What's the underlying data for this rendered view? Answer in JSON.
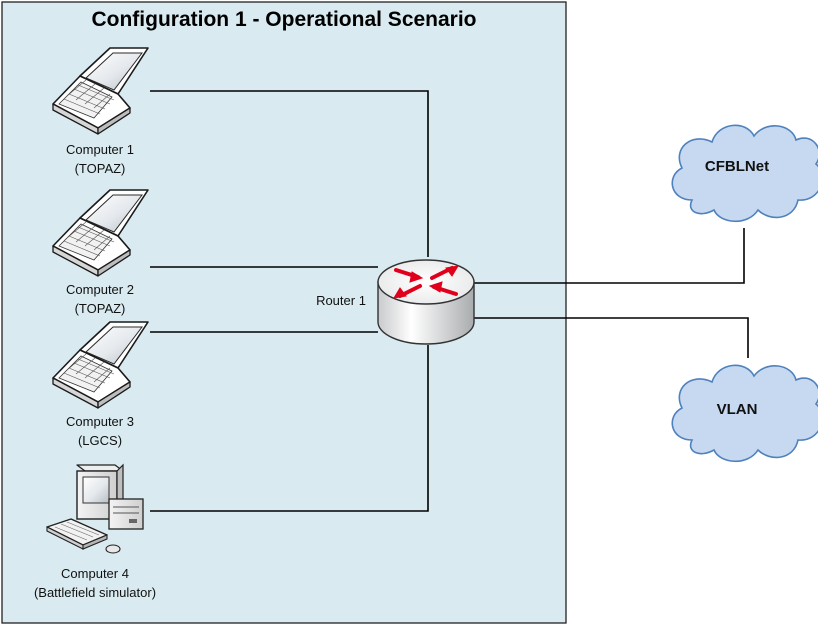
{
  "title": "Configuration 1 - Operational Scenario",
  "computers": [
    {
      "name": "Computer 1",
      "role": "(TOPAZ)",
      "icon": "laptop-icon"
    },
    {
      "name": "Computer 2",
      "role": "(TOPAZ)",
      "icon": "laptop-icon"
    },
    {
      "name": "Computer 3",
      "role": "(LGCS)",
      "icon": "laptop-icon"
    },
    {
      "name": "Computer 4",
      "role": "(Battlefield simulator)",
      "icon": "desktop-computer-icon"
    }
  ],
  "router": {
    "label": "Router 1",
    "icon": "router-icon"
  },
  "networks": [
    {
      "label": "CFBLNet",
      "icon": "cloud-icon"
    },
    {
      "label": "VLAN",
      "icon": "cloud-icon"
    }
  ],
  "colors": {
    "scenario_fill": "#d9ebf1",
    "cloud_fill": "#c6d9f1",
    "cloud_stroke": "#4f81bd",
    "router_arrows": "#e0001b",
    "link_color": "#000000"
  }
}
